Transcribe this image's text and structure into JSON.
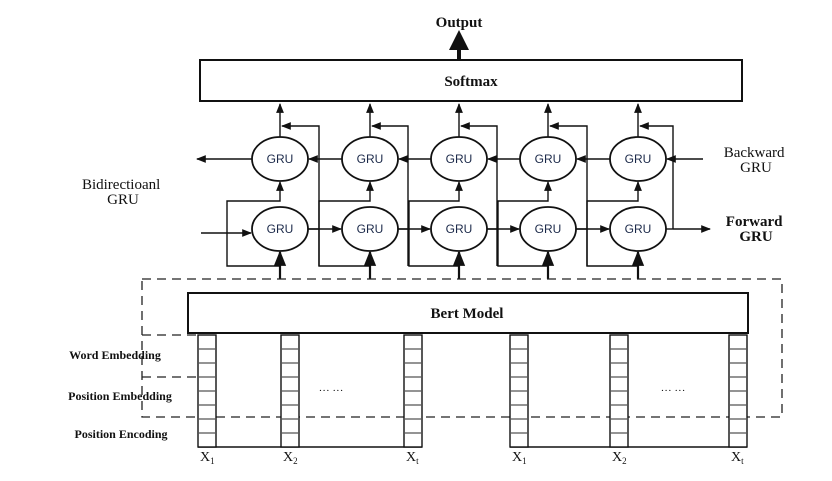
{
  "title": "Bert + Bidirectional GRU architecture",
  "output_label": "Output",
  "softmax_label": "Softmax",
  "gru_label": "GRU",
  "gru_columns": 5,
  "bidirectional_label": [
    "Bidirectioanl",
    "GRU"
  ],
  "backward_label": [
    "Backward",
    "GRU"
  ],
  "forward_label": [
    "Forward",
    "GRU"
  ],
  "bert_label": "Bert Model",
  "embedding_labels": {
    "word": "Word Embedding",
    "position_embedding": "Position Embedding",
    "position_encoding": "Position Encoding"
  },
  "token_groups": [
    {
      "tokens": [
        {
          "base": "X",
          "sub": "1"
        },
        {
          "base": "X",
          "sub": "2"
        },
        {
          "base": "X",
          "sub": "t"
        }
      ],
      "ellipsis": "··· ···"
    },
    {
      "tokens": [
        {
          "base": "X",
          "sub": "1"
        },
        {
          "base": "X",
          "sub": "2"
        },
        {
          "base": "X",
          "sub": "t"
        }
      ],
      "ellipsis": "··· ···"
    }
  ],
  "cells_per_column": 8
}
